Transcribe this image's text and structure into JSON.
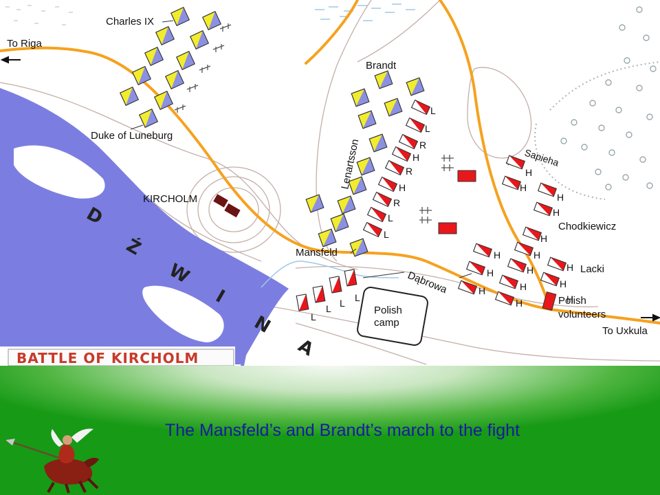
{
  "map": {
    "banner": "BATTLE OF KIRCHOLM",
    "river_letters": [
      "D",
      "Ź",
      "W",
      "I",
      "N",
      "A"
    ],
    "labels": {
      "to_riga": "To Riga",
      "to_uxkula": "To Uxkula",
      "charles_ix": "Charles IX",
      "duke_of_luneburg": "Duke of Luneburg",
      "kircholm": "KIRCHOLM",
      "brandt": "Brandt",
      "lenartsson": "Lenartsson",
      "mansfeld": "Mansfeld",
      "sapieha": "Sapieha",
      "chodkiewicz": "Chodkiewicz",
      "lacki": "Lacki",
      "dabrowa": "Dąbrowa",
      "polish_camp": [
        "Polish",
        "camp"
      ],
      "polish_volunteers": [
        "Polish",
        "volunteers"
      ]
    },
    "column_letters": [
      "L",
      "L",
      "R",
      "H",
      "R",
      "H",
      "R",
      "L",
      "L"
    ],
    "camp_letters": [
      "L",
      "L",
      "L",
      "L"
    ],
    "right_letters": [
      "H",
      "H",
      "H",
      "H",
      "H",
      "H",
      "H",
      "H",
      "H",
      "H",
      "H",
      "H",
      "H",
      "H",
      "H"
    ],
    "colors": {
      "river": "#7b7ee0",
      "road": "#f5a21f",
      "swedish_yellow": "#f2ec2e",
      "swedish_blue": "#8c90e2",
      "polish_red": "#e8171c",
      "kircholm_castle": "#6b1414",
      "contour": "#c4aea8"
    }
  },
  "caption": "The Mansfeld’s and Brandt’s march to the fight"
}
